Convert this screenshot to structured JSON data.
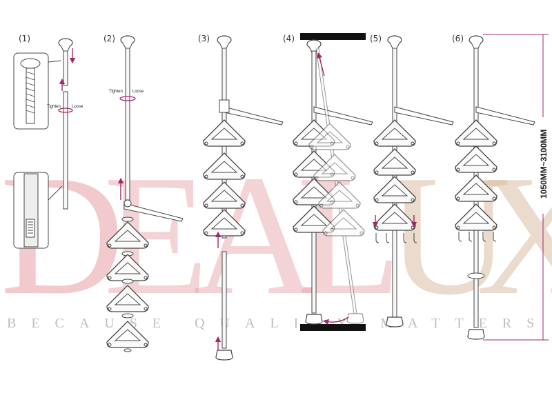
{
  "steps": [
    {
      "label": "(1)",
      "tighten": "Tighten",
      "loose": "Loose"
    },
    {
      "label": "(2)",
      "tighten": "Tighten",
      "loose": "Loose"
    },
    {
      "label": "(3)"
    },
    {
      "label": "(4)"
    },
    {
      "label": "(5)"
    },
    {
      "label": "(6)"
    }
  ],
  "dimension": {
    "text": "1050MM~3100MM"
  },
  "watermark": {
    "letters": [
      "D",
      "E",
      "A",
      "L",
      "U",
      "X"
    ],
    "tagline": "BECAUSE QUALITY MATTERS",
    "colors": {
      "primary": "#e8a0a6",
      "secondary": "#d9bfa3",
      "tagline": "#bdbdbd"
    }
  },
  "colors": {
    "line": "#444444",
    "accent": "#a0276b",
    "rail": "#111111"
  },
  "icons": [
    "pole-cap",
    "spring-detail",
    "lock-clip-detail",
    "triangle-shelf",
    "towel-bar",
    "base-foot",
    "hook"
  ]
}
